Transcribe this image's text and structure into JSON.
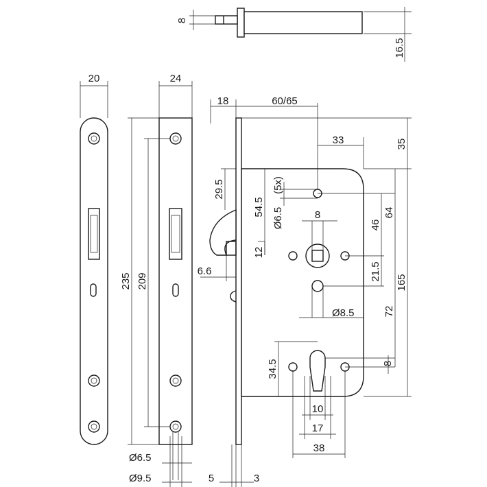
{
  "dimensions": {
    "spindle_diameter": "8",
    "bolt_height": "16.5",
    "faceplate_width": "20",
    "strike_width": "24",
    "latch_offset": "18",
    "backset": "60/65",
    "dim_33": "33",
    "dim_35": "35",
    "dim_29_5": "29.5",
    "dim_54_5": "54.5",
    "hole_count": "(5x)",
    "hole_diameter": "Ø6.5",
    "spindle_square": "8",
    "dim_46": "46",
    "dim_64": "64",
    "dim_12": "12",
    "dim_6_6": "6.6",
    "dim_21_5": "21.5",
    "dim_165": "165",
    "dim_72": "72",
    "dim_8_5": "Ø8.5",
    "dim_34_5": "34.5",
    "dim_8_cyl": "8",
    "dim_10": "10",
    "dim_17": "17",
    "dim_38": "38",
    "dim_235": "235",
    "dim_209": "209",
    "screw_small": "Ø6.5",
    "screw_large": "Ø9.5",
    "dim_5": "5",
    "dim_3": "3"
  }
}
